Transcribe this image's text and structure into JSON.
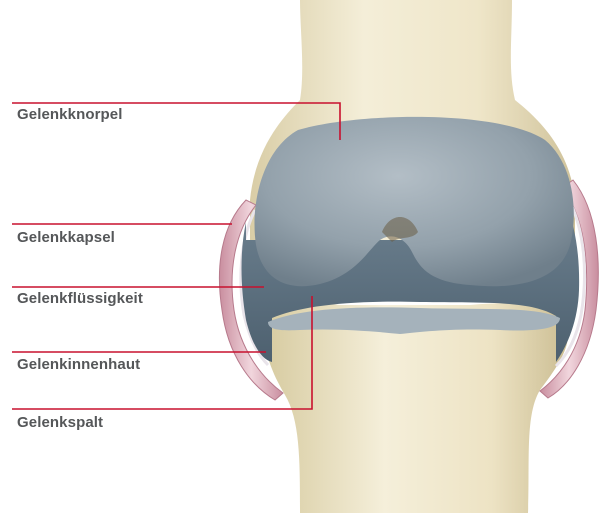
{
  "labels": {
    "articular_cartilage": "Gelenkknorpel",
    "joint_capsule": "Gelenkkapsel",
    "synovial_fluid": "Gelenkflüssigkeit",
    "synovial_membrane": "Gelenkinnenhaut",
    "joint_space": "Gelenkspalt"
  },
  "colors": {
    "leader_line": "#c8102e",
    "label_text": "#555759",
    "bone": "#ece3c6",
    "cartilage": "#8e9ba5",
    "fluid": "#5c7080",
    "capsule": "#d9aeb9"
  }
}
